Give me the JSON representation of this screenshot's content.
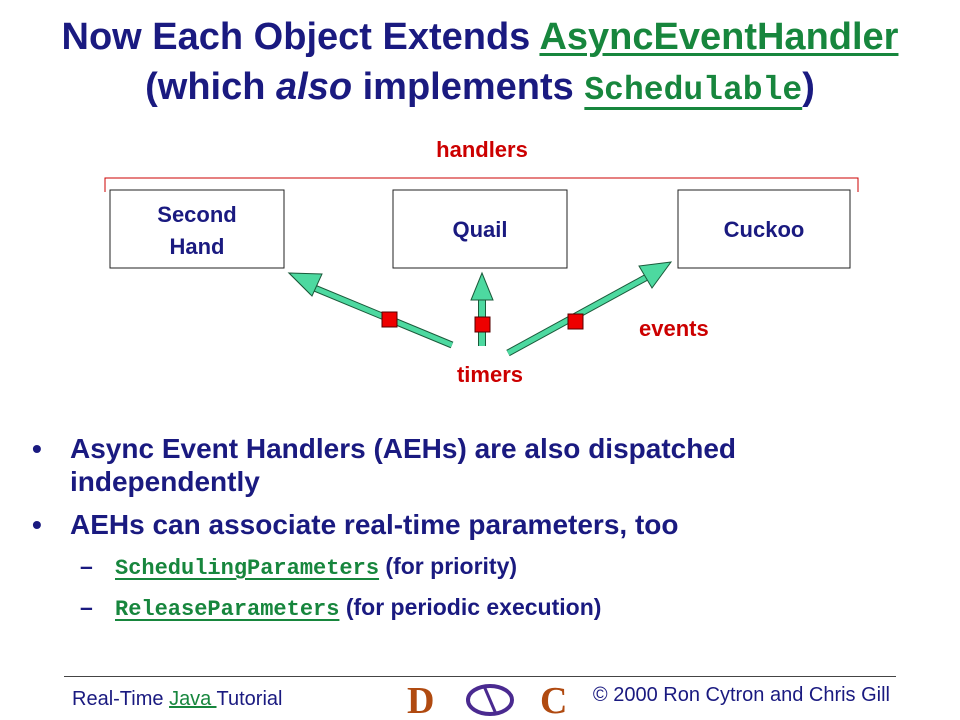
{
  "title": {
    "line1_prefix": "Now Each Object Extends ",
    "line1_link": "AsyncEventHandler",
    "line2_prefix": "(which ",
    "line2_italic": "also",
    "line2_mid": " implements ",
    "line2_code": "Schedulable",
    "line2_suffix": ")"
  },
  "diagram": {
    "handlers_label": "handlers",
    "events_label": "events",
    "timers_label": "timers",
    "boxes": [
      {
        "line1": "Second",
        "line2": "Hand"
      },
      {
        "line1": "Quail",
        "line2": ""
      },
      {
        "line1": "Cuckoo",
        "line2": ""
      }
    ]
  },
  "bullets": [
    {
      "text": "Async Event Handlers (AEHs) are also dispatched independently"
    },
    {
      "text": "AEHs can associate real-time parameters, too"
    }
  ],
  "subbullets": [
    {
      "code": "SchedulingParameters",
      "text": " (for priority)"
    },
    {
      "code": "ReleaseParameters",
      "text": " (for periodic execution)"
    }
  ],
  "footer": {
    "left_prefix": "Real-Time ",
    "left_link": "Java ",
    "left_suffix": "Tutorial",
    "right": "© 2000 Ron Cytron and Chris Gill",
    "logo_letters": [
      "D",
      "o",
      "C"
    ]
  },
  "colors": {
    "text": "#1a1a80",
    "link": "#17863d",
    "red": "#cc0000",
    "arrow_fill": "#4dd9a0"
  }
}
